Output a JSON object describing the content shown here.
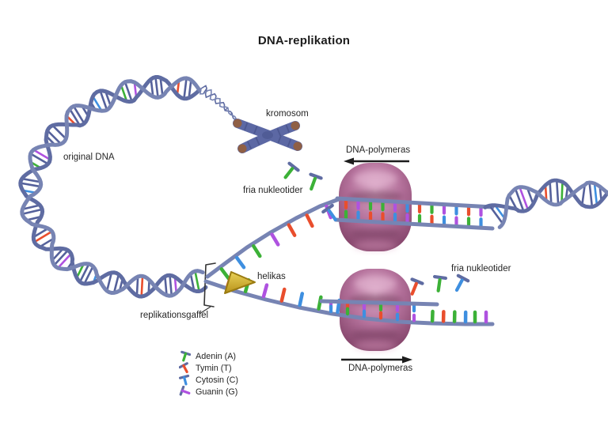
{
  "title": "DNA-replikation",
  "labels": {
    "kromosom": "kromosom",
    "original_dna": "original DNA",
    "dna_polymeras_top": "DNA-polymeras",
    "fria_nukleotider_top": "fria nukleotider",
    "helikas": "helikas",
    "replikationsgaffel": "replikationsgaffel",
    "fria_nukleotider_right": "fria nukleotider",
    "dna_polymeras_bottom": "DNA-polymeras"
  },
  "legend": {
    "items": [
      {
        "label": "Adenin (A)",
        "base": "A"
      },
      {
        "label": "Tymin (T)",
        "base": "T"
      },
      {
        "label": "Cytosin (C)",
        "base": "C"
      },
      {
        "label": "Guanin (G)",
        "base": "G"
      }
    ]
  },
  "colors": {
    "A": "#3cb137",
    "T": "#e94e2d",
    "C": "#3e8fe0",
    "G": "#af52e0",
    "backbone": "#7784b3",
    "backbone_dark": "#5f6ca2",
    "rung": "#55619b",
    "polymerase": "#b5729c",
    "polymerase_light": "#d9a9c6",
    "polymerase_dark": "#7c3d62",
    "helicase": "#d2ae1f",
    "helicase_dark": "#9a7b11",
    "chromosome": "#5c68a4",
    "chromosome_stripe": "#47528a",
    "chromosome_tip": "#8f5f45",
    "arrow": "#1c1c1c",
    "text": "#262626",
    "background": "#ffffff"
  },
  "sequences": {
    "upper_template": [
      "A",
      "C",
      "A",
      "G",
      "T",
      "T",
      "G"
    ],
    "upper_ladder_pairs": [
      [
        "T",
        "A"
      ],
      [
        "G",
        "C"
      ],
      [
        "A",
        "T"
      ],
      [
        "A",
        "T"
      ],
      [
        "G",
        "C"
      ],
      [
        "C",
        "G"
      ],
      [
        "T",
        "A"
      ],
      [
        "A",
        "T"
      ],
      [
        "G",
        "C"
      ],
      [
        "C",
        "G"
      ],
      [
        "T",
        "A"
      ],
      [
        "G",
        "C"
      ]
    ],
    "lower_template_free": [
      "T",
      "A",
      "G",
      "T",
      "C",
      "A",
      "C"
    ],
    "lower_ladder_pairs": [
      [
        "G",
        "C"
      ],
      [
        "T",
        "A"
      ],
      [
        "G",
        "C"
      ],
      [
        "A",
        "T"
      ],
      [
        "G",
        "C"
      ],
      [
        "C",
        "G"
      ]
    ],
    "lower_after": [
      "A",
      "T",
      "A",
      "C",
      "A",
      "G"
    ],
    "free_top": [
      "A",
      "A",
      "C"
    ],
    "free_right": [
      "T",
      "A",
      "C"
    ]
  }
}
